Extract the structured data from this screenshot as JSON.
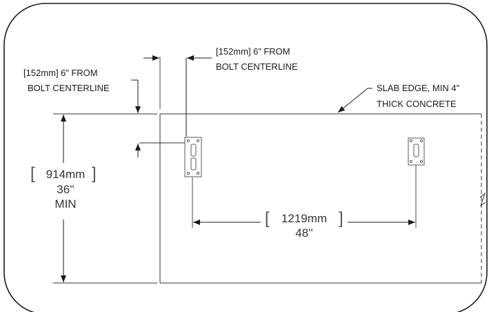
{
  "callouts": {
    "left_offset_line1": "[152mm] 6” FROM",
    "left_offset_line2": "BOLT CENTERLINE",
    "top_offset_line1": "[152mm] 6” FROM",
    "top_offset_line2": "BOLT CENTERLINE",
    "slab_line1": "SLAB EDGE, MIN 4”",
    "slab_line2": "THICK CONCRETE"
  },
  "vertical_dimension": {
    "metric": "914mm",
    "imperial": "36''",
    "qualifier": "MIN"
  },
  "horizontal_dimension": {
    "metric": "1219mm",
    "imperial": "48''"
  },
  "colors": {
    "frame": "#1a1a1a",
    "line": "#333333",
    "plate": "#555555"
  }
}
